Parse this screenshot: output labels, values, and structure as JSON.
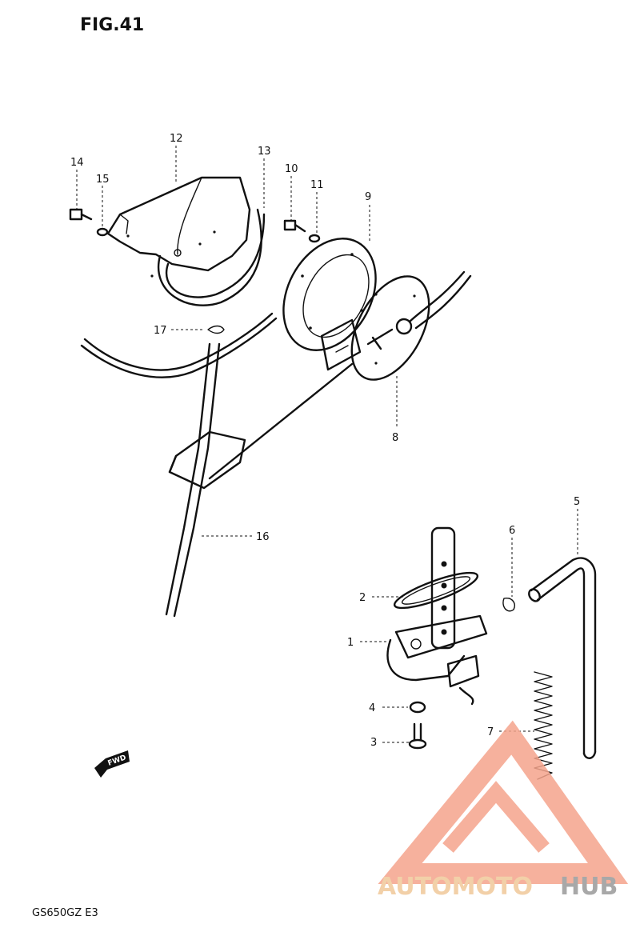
{
  "figure": {
    "title": "FIG.41",
    "model_code": "GS650GZ  E3",
    "fwd_label": "FWD"
  },
  "parts": [
    {
      "ref": "1"
    },
    {
      "ref": "2"
    },
    {
      "ref": "3"
    },
    {
      "ref": "4"
    },
    {
      "ref": "5"
    },
    {
      "ref": "6"
    },
    {
      "ref": "7"
    },
    {
      "ref": "8"
    },
    {
      "ref": "9"
    },
    {
      "ref": "10"
    },
    {
      "ref": "11"
    },
    {
      "ref": "12"
    },
    {
      "ref": "13"
    },
    {
      "ref": "14"
    },
    {
      "ref": "15"
    },
    {
      "ref": "16"
    },
    {
      "ref": "17"
    }
  ],
  "watermark": {
    "text_part1": "AUTOMOTO",
    "text_part2": "HUB",
    "color_primary": "#f5a48c",
    "color_secondary": "#f0c89a",
    "color_hub": "#9a9a9a"
  }
}
